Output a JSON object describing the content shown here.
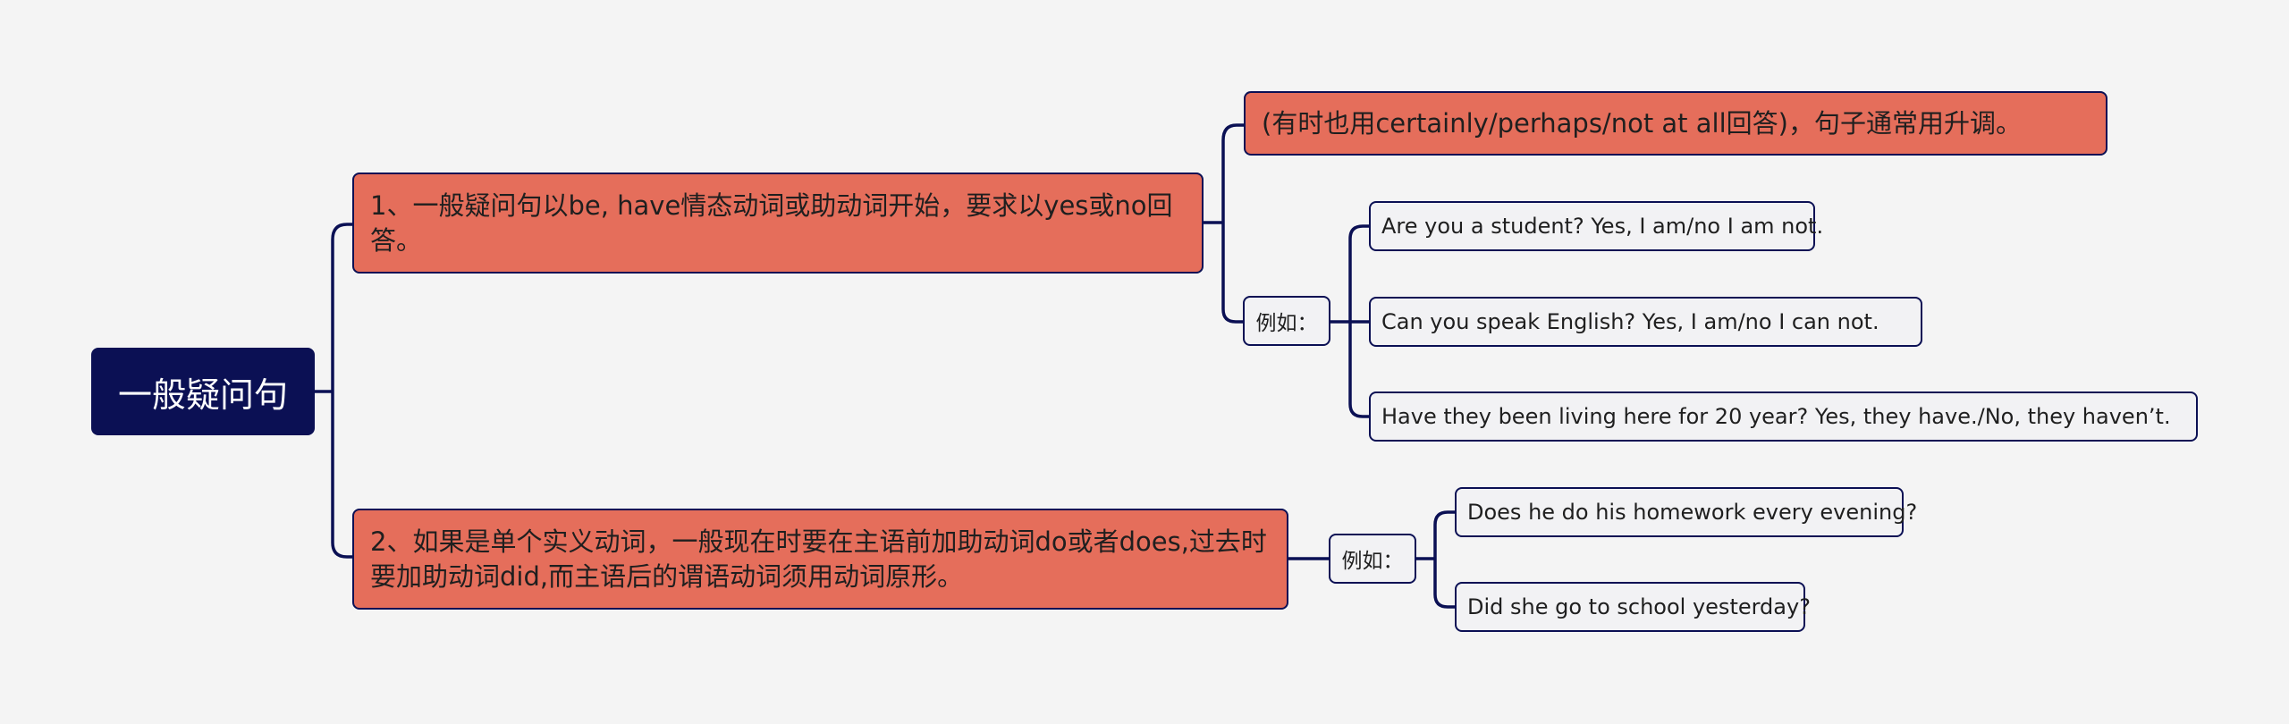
{
  "root": {
    "label": "一般疑问句"
  },
  "topics": [
    {
      "label": "1、一般疑问句以be, have情态动词或助动词开始，要求以yes或no回答。",
      "note": "(有时也用certainly/perhaps/not at all回答)，句子通常用升调。",
      "example_label": "例如：",
      "examples": [
        "Are you a student? Yes, I am/no I am not.",
        "Can you speak English? Yes, I am/no I can not.",
        "Have they been living here for 20 year? Yes, they have./No, they haven’t."
      ]
    },
    {
      "label": "2、如果是单个实义动词，一般现在时要在主语前加助动词do或者does,过去时要加助动词did,而主语后的谓语动词须用动词原形。",
      "example_label": "例如：",
      "examples": [
        "Does he do his homework every evening?",
        "Did she go to school yesterday?"
      ]
    }
  ],
  "colors": {
    "background": "#f4f4f4",
    "root": "#0b1054",
    "topic": "#e56e5b",
    "leaf": "#f2f2f4",
    "line": "#0b1054"
  }
}
